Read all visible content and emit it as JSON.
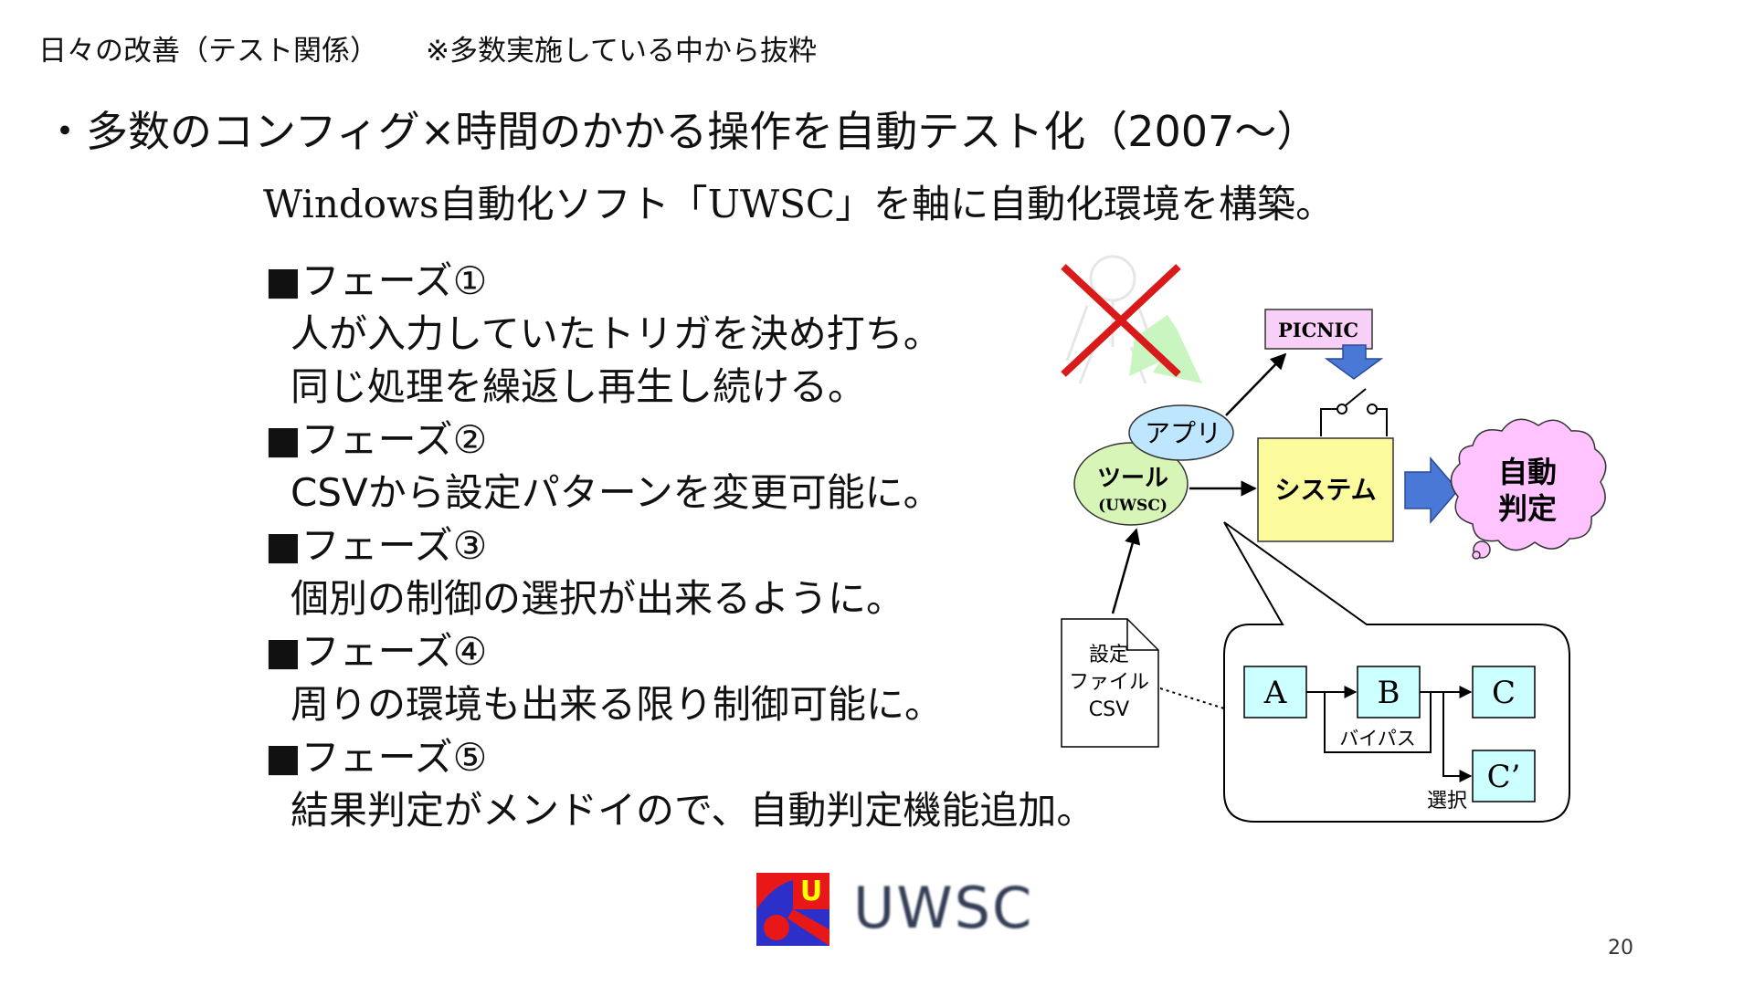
{
  "header": {
    "title": "日々の改善（テスト関係）",
    "note": "※多数実施している中から抜粋"
  },
  "bullet": "・多数のコンフィグ×時間のかかる操作を自動テスト化（2007～）",
  "subtitle": "Windows自動化ソフト「UWSC」を軸に自動化環境を構築。",
  "phases": [
    {
      "heading": "■フェーズ①",
      "lines": [
        "人が入力していたトリガを決め打ち。",
        "同じ処理を繰返し再生し続ける。"
      ]
    },
    {
      "heading": "■フェーズ②",
      "lines": [
        "CSVから設定パターンを変更可能に。"
      ]
    },
    {
      "heading": "■フェーズ③",
      "lines": [
        "個別の制御の選択が出来るように。"
      ]
    },
    {
      "heading": "■フェーズ④",
      "lines": [
        "周りの環境も出来る限り制御可能に。"
      ]
    },
    {
      "heading": "■フェーズ⑤",
      "lines": [
        "結果判定がメンドイので、自動判定機能追加。"
      ]
    }
  ],
  "diagram": {
    "picnic": "PICNIC",
    "app": "アプリ",
    "tool": "ツール",
    "tool_sub": "(UWSC)",
    "system": "システム",
    "judge_line1": "自動",
    "judge_line2": "判定",
    "csv_line1": "設定",
    "csv_line2": "ファイル",
    "csv_line3": "CSV",
    "box_a": "A",
    "box_b": "B",
    "box_c": "C",
    "box_c2": "C’",
    "bypass": "バイパス",
    "select": "選択",
    "colors": {
      "picnic_fill": "#f7cff7",
      "app_fill": "#bfe6ff",
      "tool_fill": "#d8f5b8",
      "system_fill": "#fbfb9e",
      "judge_fill": "#ffc4ff",
      "box_fill": "#ccffff",
      "blue_arrow": "#4a78d6",
      "red_cross": "#d91a1a",
      "green_arrow": "#c8f5c0"
    }
  },
  "logo": {
    "text": "UWSC",
    "letter": "U"
  },
  "page_number": "20"
}
